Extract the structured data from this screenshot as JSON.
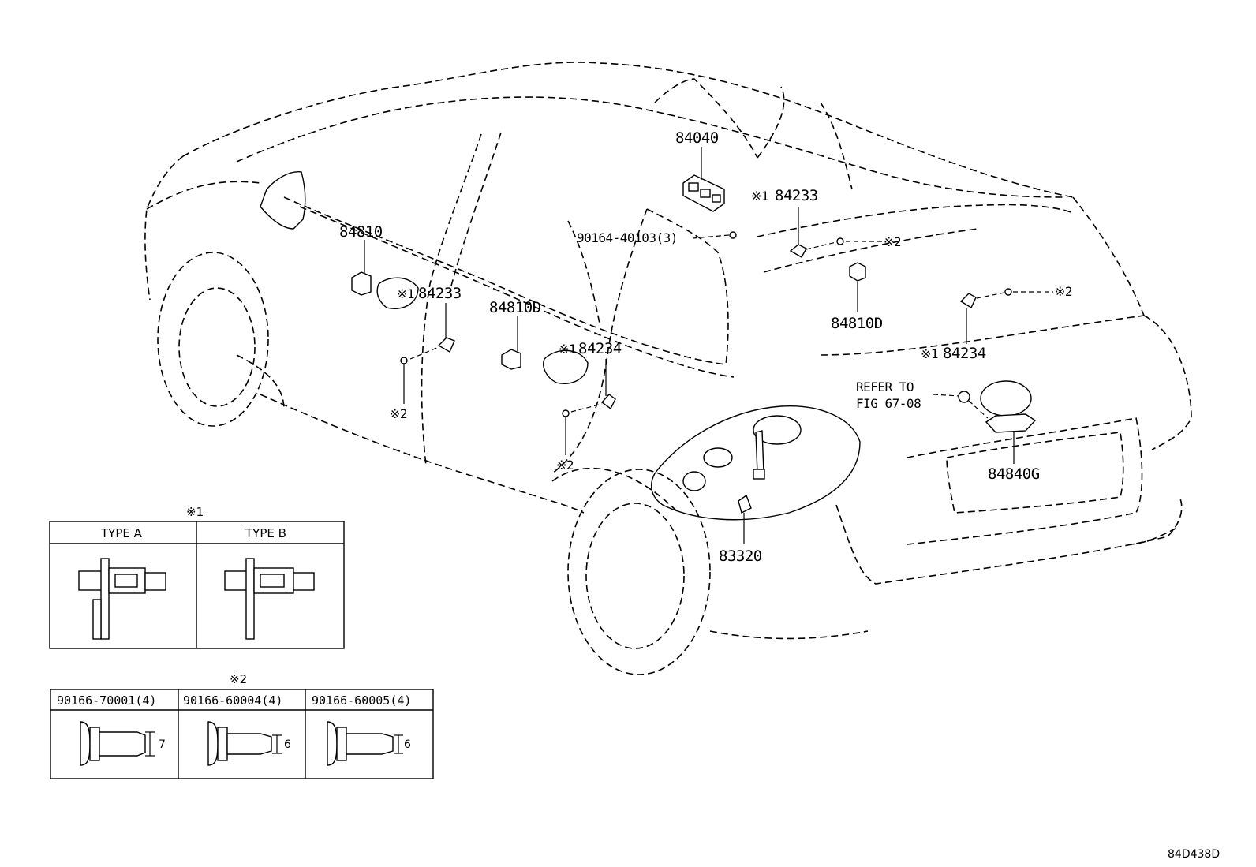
{
  "diagram_code": "84D438D",
  "callouts": [
    {
      "id": "84040",
      "text": "84040"
    },
    {
      "id": "84810",
      "text": "84810"
    },
    {
      "id": "84810D_a",
      "text": "84810D"
    },
    {
      "id": "84810D_b",
      "text": "84810D"
    },
    {
      "id": "84233_a",
      "mark": "※1",
      "text": "84233"
    },
    {
      "id": "84233_b",
      "mark": "※1",
      "text": "84233"
    },
    {
      "id": "84234_a",
      "mark": "※1",
      "text": "84234"
    },
    {
      "id": "84234_b",
      "mark": "※1",
      "text": "84234"
    },
    {
      "id": "9016440103",
      "text": "90164-40103(3)"
    },
    {
      "id": "84840G",
      "text": "84840G"
    },
    {
      "id": "83320",
      "text": "83320"
    }
  ],
  "fastener_marks": [
    "※2",
    "※2",
    "※2",
    "※2"
  ],
  "refer": {
    "line1": "REFER TO",
    "line2": "FIG 67-08"
  },
  "table1": {
    "mark": "※1",
    "headers": [
      "TYPE A",
      "TYPE B"
    ]
  },
  "table2": {
    "mark": "※2",
    "columns": [
      {
        "part": "90166-70001(4)",
        "dim": "7"
      },
      {
        "part": "90166-60004(4)",
        "dim": "6"
      },
      {
        "part": "90166-60005(4)",
        "dim": "6"
      }
    ]
  }
}
